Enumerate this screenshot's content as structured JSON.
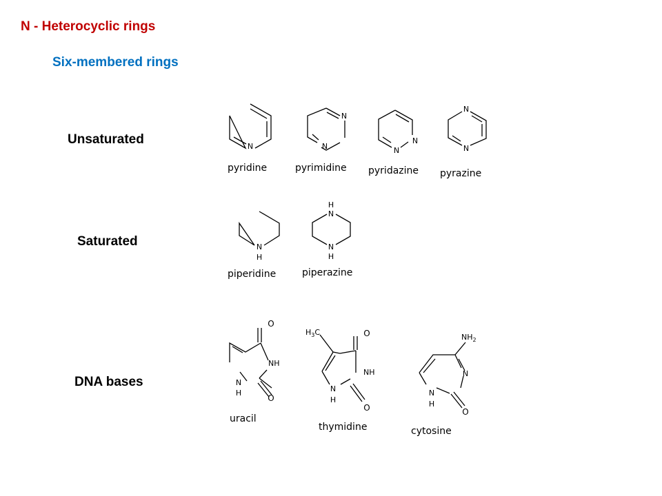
{
  "heading": {
    "title": "N - Heterocyclic rings",
    "subtitle": "Six-membered rings"
  },
  "colors": {
    "title": "#c00000",
    "subtitle": "#0070c0"
  },
  "rows": {
    "unsaturated": "Unsaturated",
    "saturated": "Saturated",
    "dna_bases": "DNA bases"
  },
  "compounds": {
    "pyridine": "pyridine",
    "pyrimidine": "pyrimidine",
    "pyridazine": "pyridazine",
    "pyrazine": "pyrazine",
    "piperidine": "piperidine",
    "piperazine": "piperazine",
    "uracil": "uracil",
    "thymidine": "thymidine",
    "cytosine": "cytosine"
  },
  "atoms": {
    "N": "N",
    "H": "H",
    "O": "O",
    "H3C_main": "H",
    "H3C_sub": "3",
    "H3C_tail": "C",
    "NH2_main": "NH",
    "NH2_sub": "2",
    "NH": "NH"
  }
}
